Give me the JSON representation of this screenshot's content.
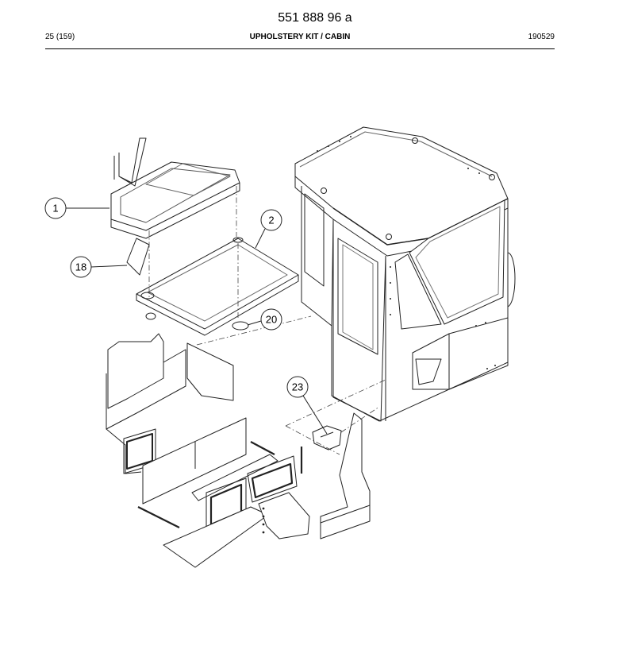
{
  "header": {
    "doc_number": "551 888 96 a",
    "page_ref": "25 (159)",
    "section_title": "UPHOLSTERY KIT / CABIN",
    "date_code": "190529"
  },
  "callouts": [
    {
      "label": "1"
    },
    {
      "label": "2"
    },
    {
      "label": "18"
    },
    {
      "label": "20"
    },
    {
      "label": "23"
    }
  ]
}
